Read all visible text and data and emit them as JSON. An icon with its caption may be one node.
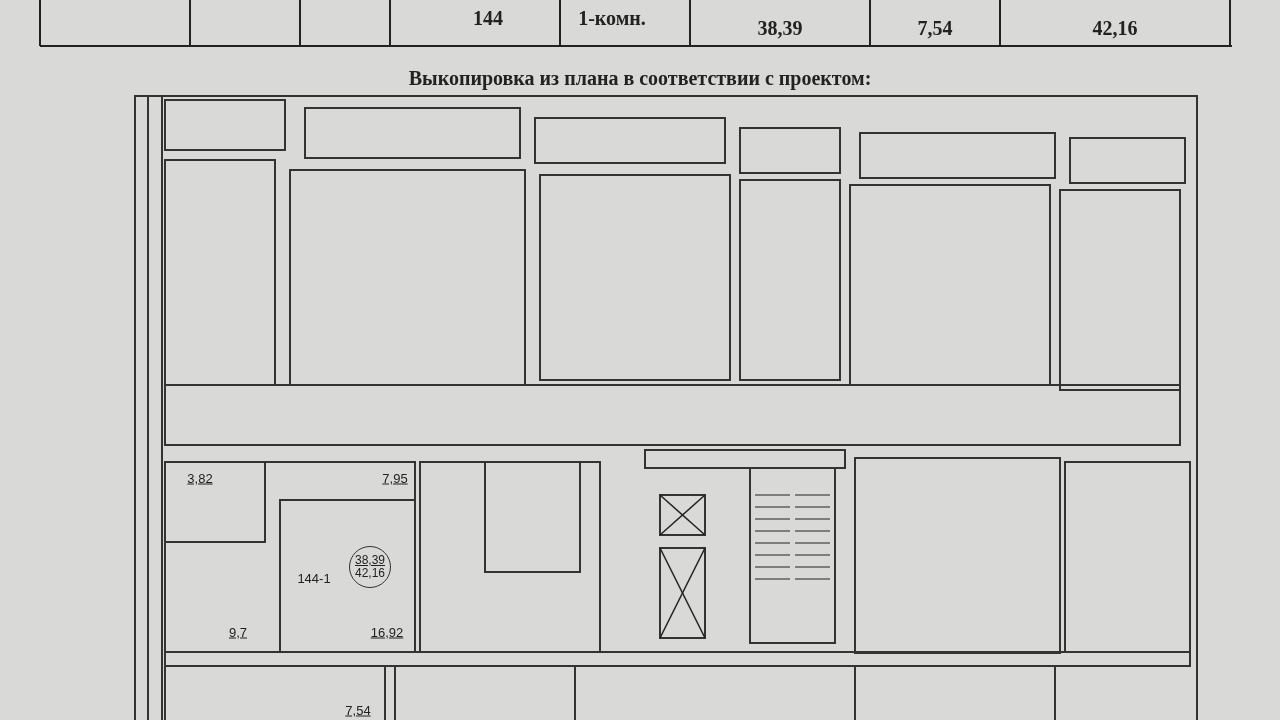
{
  "diagram": {
    "title": "Выкопировка из плана в соответствии с проектом:",
    "nodes": [
      {
        "text": [
          "38,39",
          "42,16"
        ]
      }
    ],
    "edges": [],
    "labels": [
      "144",
      "1-комн.",
      "38,39",
      "7,54",
      "42,16",
      "3,82",
      "7,95",
      "144-1",
      "9,7",
      "16,92",
      "7,54"
    ]
  }
}
